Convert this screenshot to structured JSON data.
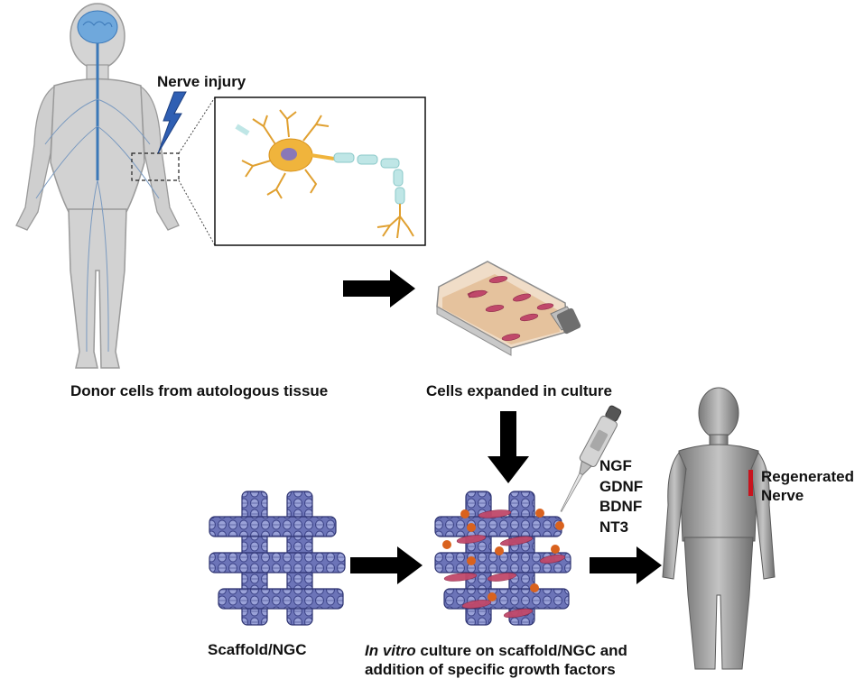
{
  "labels": {
    "nerve_injury": "Nerve injury",
    "donor_cells": "Donor cells from autologous tissue",
    "cells_expanded": "Cells expanded in culture",
    "scaffold": "Scaffold/NGC",
    "in_vitro_italic": "In vitro",
    "in_vitro_rest": " culture on scaffold/NGC and",
    "in_vitro_line2": "addition of specific growth factors",
    "regenerated_line1": "Regenerated",
    "regenerated_line2": "Nerve"
  },
  "growth_factors": [
    "NGF",
    "GDNF",
    "BDNF",
    "NT3"
  ],
  "colors": {
    "body_gray": "#bdbdbd",
    "brain_blue": "#6fa8dc",
    "lightning": "#2f5fb3",
    "neuron": "#f0b43c",
    "myelin": "#bfe6e6",
    "flask_fill": "#e8c9a8",
    "cell_pink": "#c0486a",
    "scaffold_blue": "#5a62a8",
    "growth_factor_orange": "#d9621e",
    "regenerated_nerve": "#c8141e",
    "arrow": "#000000"
  }
}
